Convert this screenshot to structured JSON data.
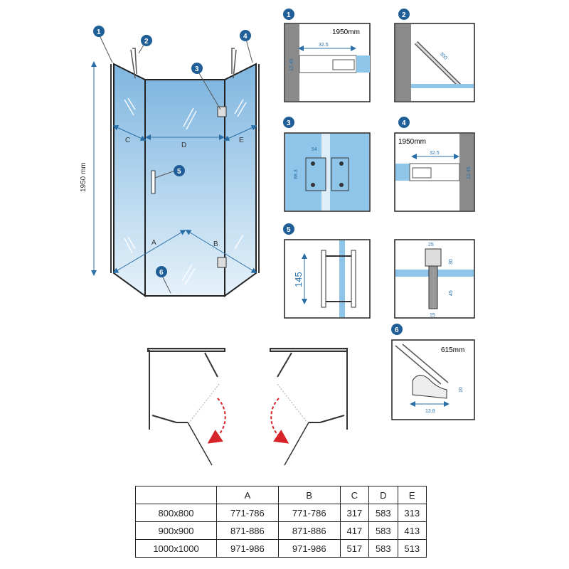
{
  "main_drawing": {
    "height_label": "1950 mm",
    "labels": {
      "c": "C",
      "d": "D",
      "e": "E",
      "a": "A",
      "b": "B"
    },
    "callouts": [
      "1",
      "2",
      "3",
      "4",
      "5",
      "6"
    ]
  },
  "details": {
    "d1": {
      "badge": "1",
      "height": "1950mm",
      "dim_w": "32.5",
      "dim_h": "12.45"
    },
    "d2": {
      "badge": "2",
      "dim": "300"
    },
    "d3": {
      "badge": "3",
      "dim_w": "54",
      "dim_h": "88.3"
    },
    "d4": {
      "badge": "4",
      "height": "1950mm",
      "dim_w": "32.5",
      "dim_h": "12.45"
    },
    "d5": {
      "badge": "5",
      "dim": "145"
    },
    "d5b": {
      "dim_top": "25",
      "dim_r1": "30",
      "dim_r2": "45",
      "dim_bottom": "15"
    },
    "d6": {
      "badge": "6",
      "length": "615mm",
      "dim_w": "13.8",
      "dim_h": "10"
    }
  },
  "table": {
    "headers": [
      "",
      "A",
      "B",
      "C",
      "D",
      "E"
    ],
    "rows": [
      [
        "800x800",
        "771-786",
        "771-786",
        "317",
        "583",
        "313"
      ],
      [
        "900x900",
        "871-886",
        "871-886",
        "417",
        "583",
        "413"
      ],
      [
        "1000x1000",
        "971-986",
        "971-986",
        "517",
        "583",
        "513"
      ]
    ]
  },
  "colors": {
    "glass": "#8ec5e8",
    "badge": "#1f5e97",
    "arrow": "#d8232a",
    "wall": "#8a8a8a"
  }
}
